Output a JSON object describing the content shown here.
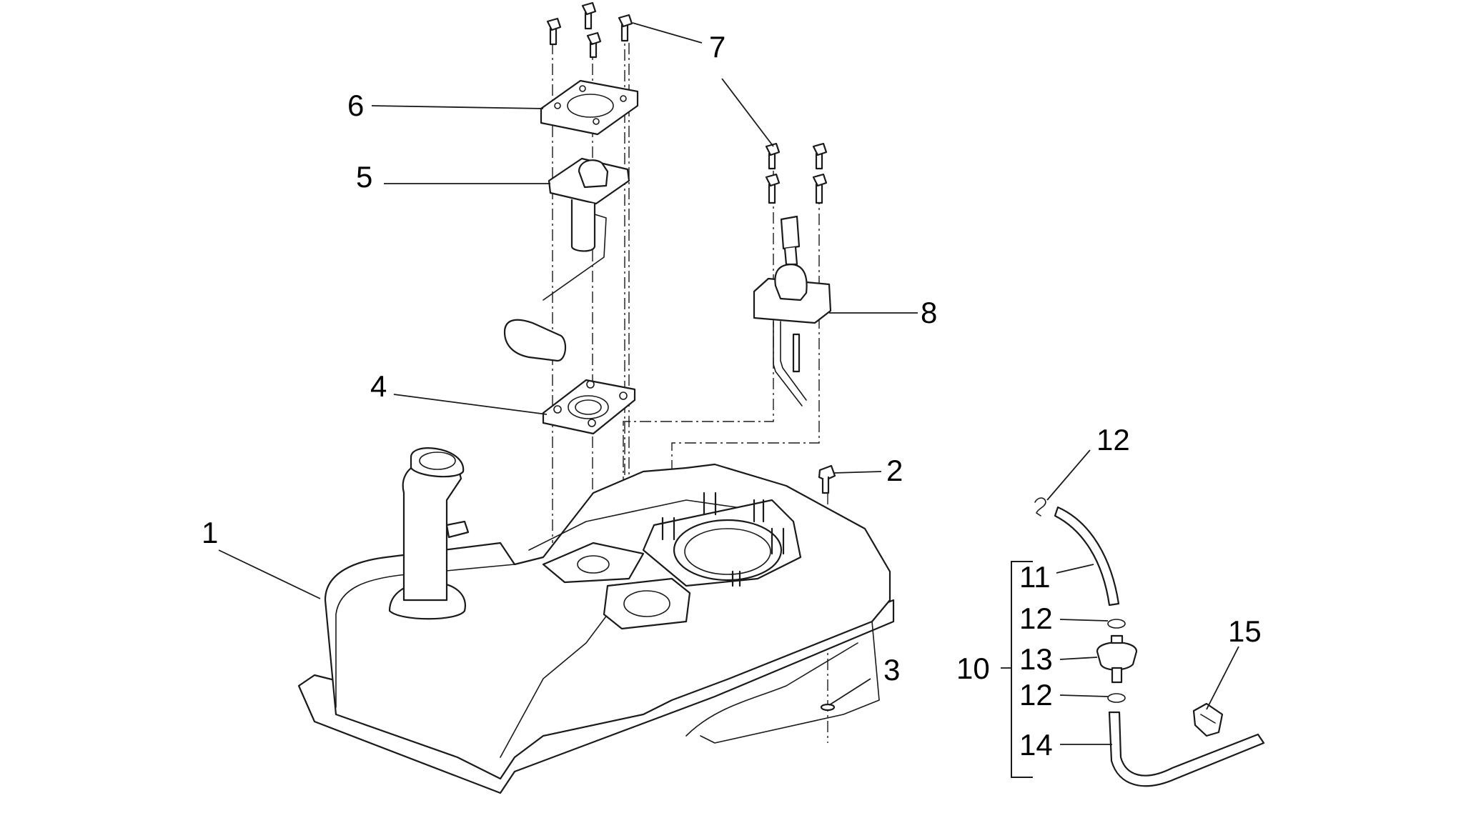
{
  "callouts": {
    "c1": "1",
    "c2": "2",
    "c3": "3",
    "c4": "4",
    "c5": "5",
    "c6": "6",
    "c7": "7",
    "c8": "8",
    "c10": "10",
    "c11": "11",
    "c12a": "12",
    "c12b": "12",
    "c12c": "12",
    "c13": "13",
    "c14": "14",
    "c15": "15"
  }
}
